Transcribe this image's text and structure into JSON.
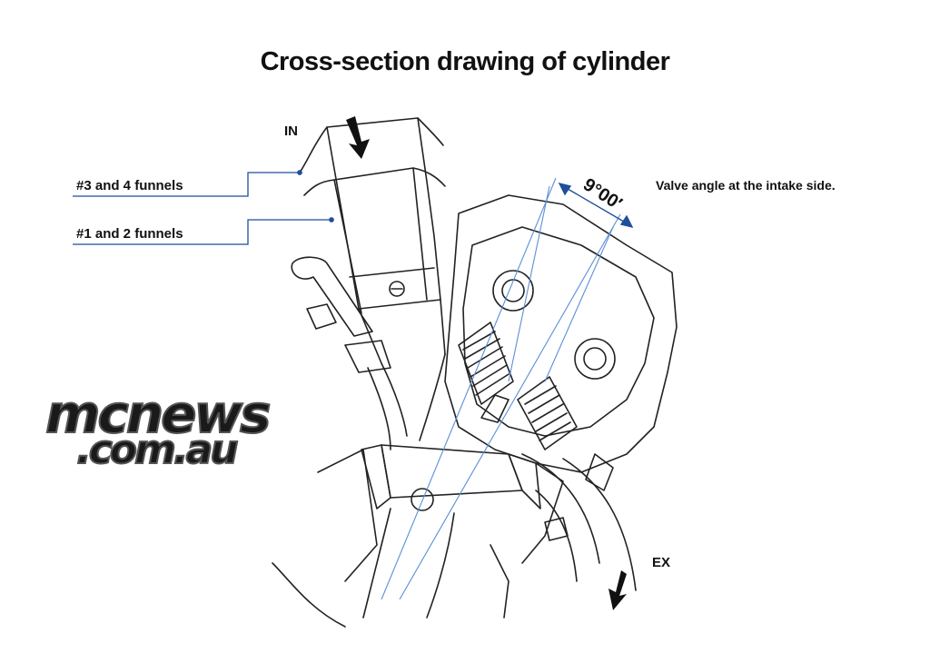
{
  "title": "Cross-section drawing of cylinder",
  "labels": {
    "intake": "IN",
    "exhaust": "EX",
    "funnels_34": "#3 and 4 funnels",
    "funnels_12": "#1 and 2 funnels",
    "valve_angle_note": "Valve angle at the intake side.",
    "angle_value": "9°00′"
  },
  "logo": {
    "line1": "mcnews",
    "line2": ".com.au"
  },
  "colors": {
    "line_art": "#222222",
    "leader_blue": "#1f4e9c",
    "axis_blue": "#5b8fd6"
  }
}
